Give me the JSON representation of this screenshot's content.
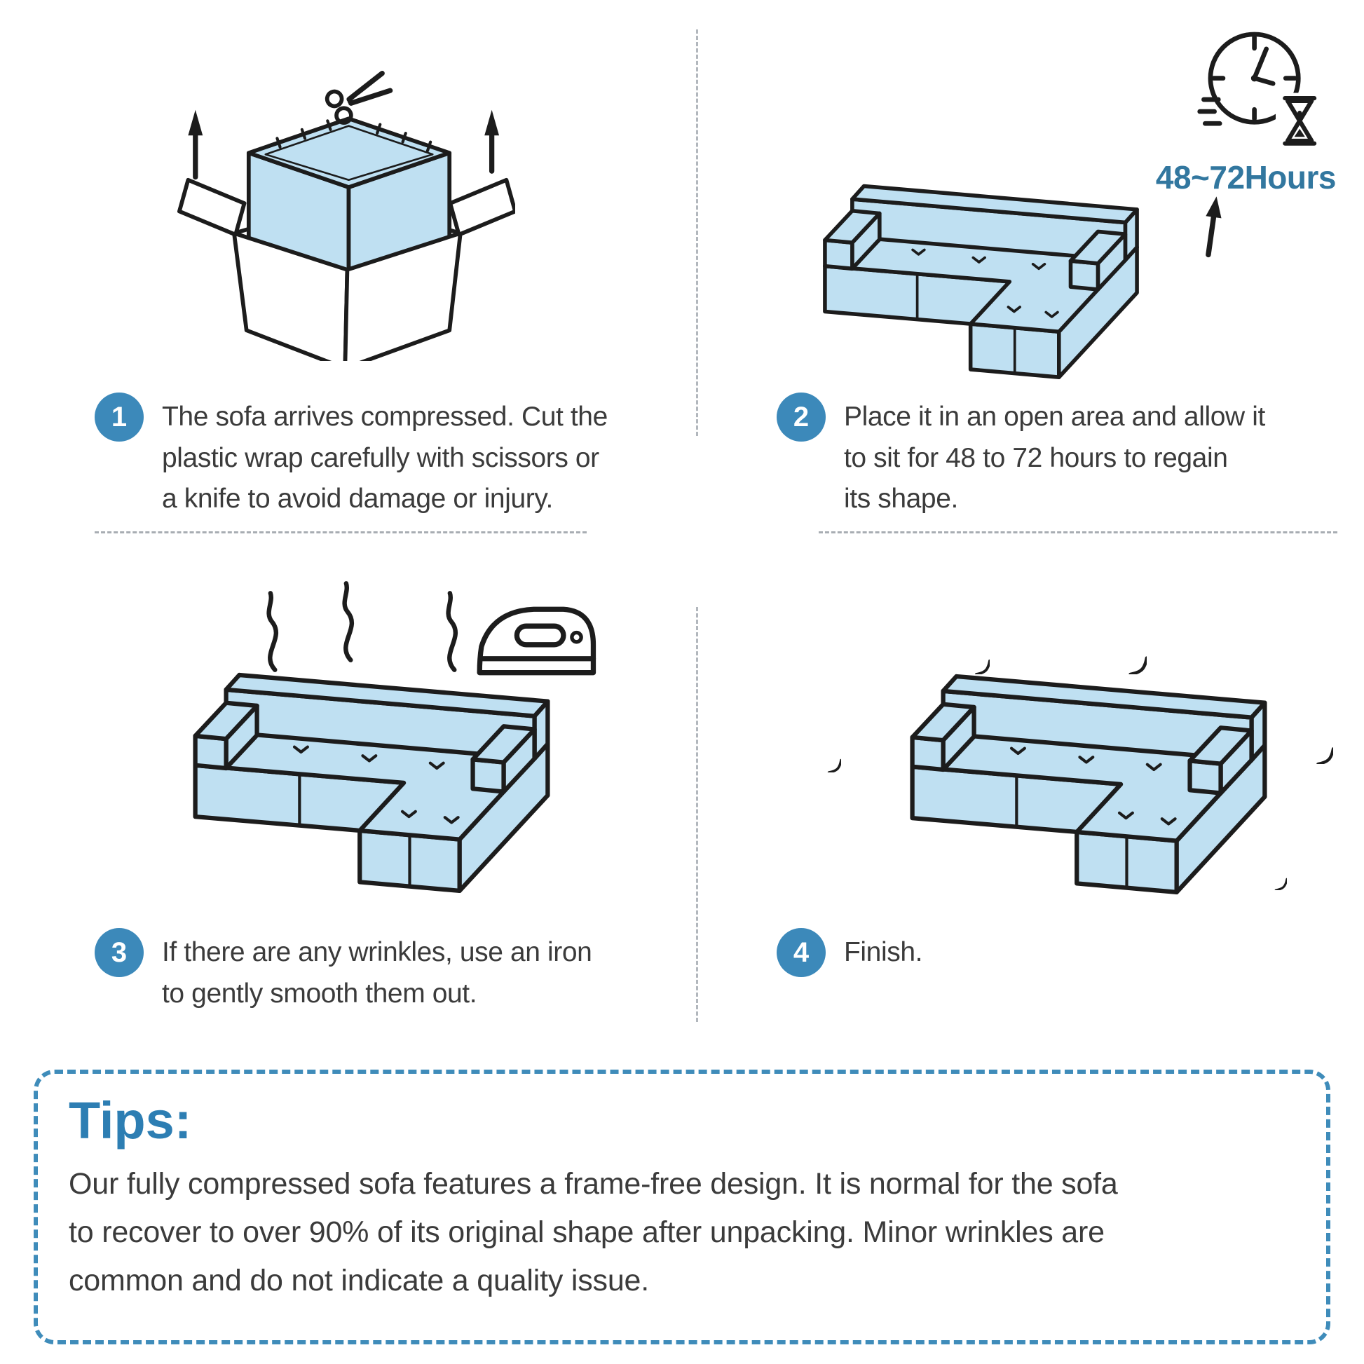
{
  "steps": [
    {
      "number": "1",
      "text": "The sofa arrives compressed. Cut the\nplastic wrap carefully with scissors or\na knife to avoid damage or injury."
    },
    {
      "number": "2",
      "duration_label": "48~72Hours",
      "text": "Place it in an open area and allow it\nto sit for 48 to 72 hours to regain\nits shape."
    },
    {
      "number": "3",
      "text": "If there are any wrinkles, use an iron\nto gently smooth them out."
    },
    {
      "number": "4",
      "text": "Finish."
    }
  ],
  "tips": {
    "heading": "Tips:",
    "body": "Our fully compressed sofa features a frame-free design. It is normal for the sofa\nto recover to over 90% of its original shape after unpacking. Minor wrinkles are\ncommon and do not indicate a quality issue."
  },
  "colors": {
    "accent_badge": "#3c89ba",
    "tips_border": "#3f8cba",
    "tips_heading": "#2d7eb3",
    "duration_text": "#32779f",
    "sofa_fill": "#bfe0f2",
    "outline": "#1c1c1c",
    "body_text": "#3b3b3b",
    "divider": "#a8adb3"
  },
  "icons": {
    "scissors-icon": "✂",
    "arrow-up-icon": "↑",
    "clock-icon": "clock face with ticks and hands",
    "hourglass-icon": "⌛",
    "iron-icon": "iron outline with handle cutout",
    "steam-icon": "wavy steam line",
    "sparkle-icon": "✦",
    "step-number-badge": "blue filled circle"
  }
}
